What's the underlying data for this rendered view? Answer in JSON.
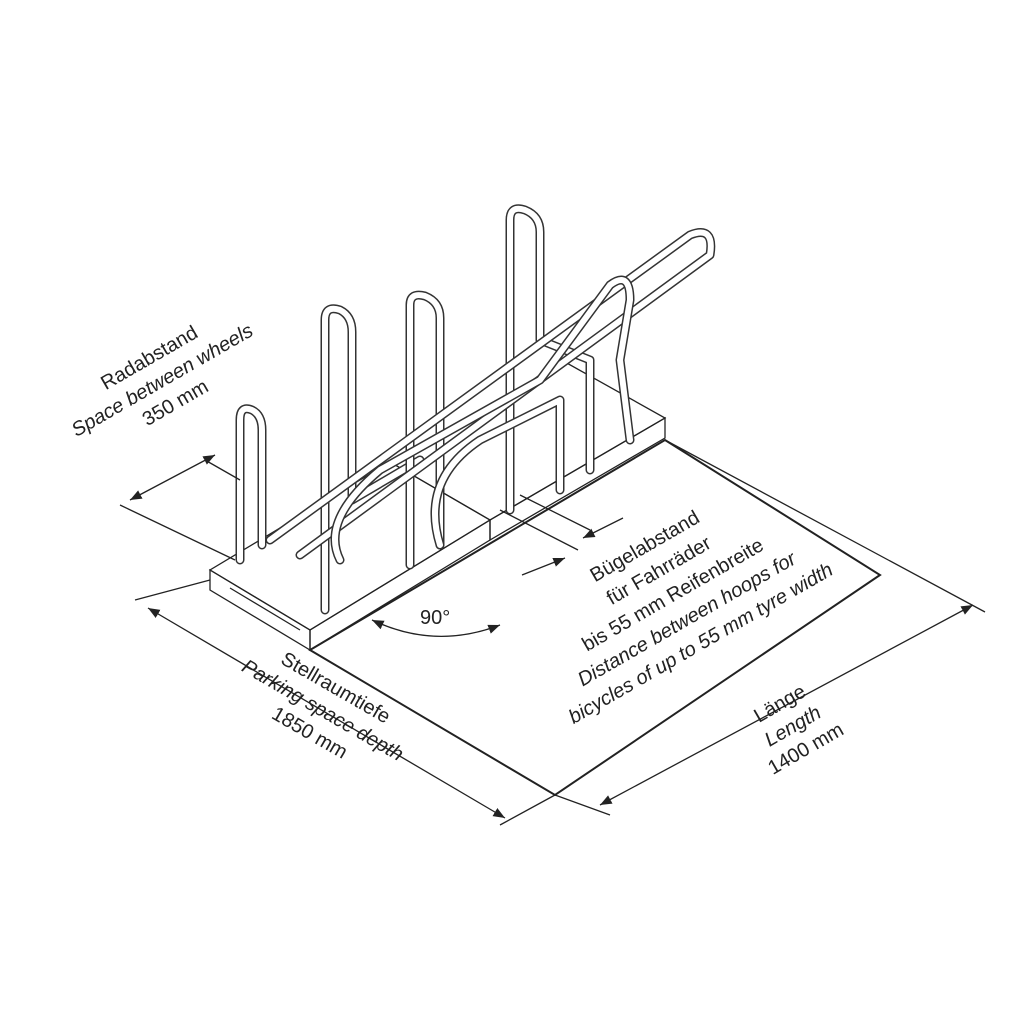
{
  "wheel_spacing": {
    "label_de": "Radabstand",
    "label_en": "Space between wheels",
    "value": "350 mm"
  },
  "angle": {
    "value": "90°"
  },
  "depth": {
    "label_de": "Stellraumtiefe",
    "label_en": "Parking space depth",
    "value": "1850 mm"
  },
  "hoop_distance": {
    "line1": "Bügelabstand",
    "line2": "für Fahrräder",
    "line3": "bis 55 mm Reifenbreite",
    "line4": "Distance between hoops for",
    "line5": "bicycles of up to 55 mm tyre width"
  },
  "length": {
    "label_de": "Länge",
    "label_en": "Length",
    "value": "1400 mm"
  }
}
